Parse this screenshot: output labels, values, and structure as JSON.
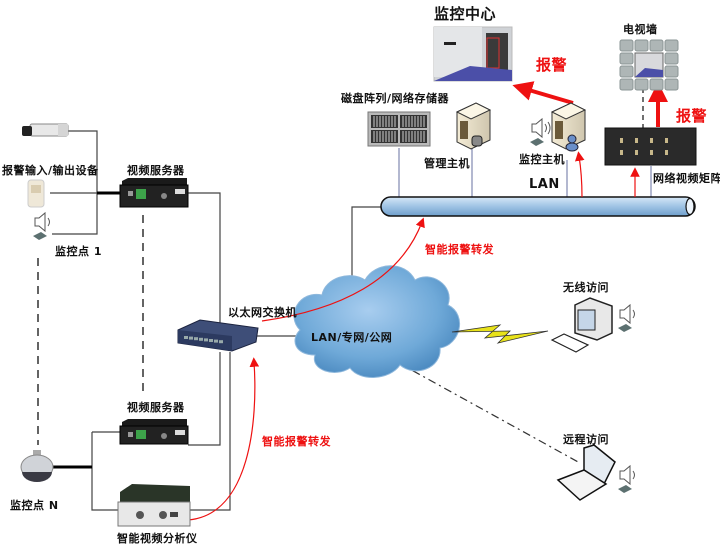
{
  "diagram": {
    "title": "监控中心",
    "colors": {
      "alarm": "#ee1111",
      "line": "#444444",
      "lan_pipe": "#9fc3e4",
      "cloud": "#6fa9d8",
      "bolt": "#e8e21a"
    },
    "nodes": {
      "monitor_center": {
        "label": "监控中心",
        "icon": "monitor-center-image"
      },
      "tv_wall": {
        "label": "电视墙",
        "icon": "tv-wall-icon"
      },
      "disk_array": {
        "label": "磁盘阵列/网络存储器",
        "icon": "disk-array-icon"
      },
      "mgmt_host": {
        "label": "管理主机",
        "icon": "server-tower-icon"
      },
      "monitor_host": {
        "label": "监控主机",
        "icon": "server-tower-icon"
      },
      "video_matrix": {
        "label": "网络视频矩阵",
        "icon": "video-matrix-icon"
      },
      "lan": {
        "label": "LAN",
        "icon": "lan-pipe"
      },
      "camera_1": {
        "label": "",
        "icon": "box-camera-icon"
      },
      "alarm_io": {
        "label": "报警输入/输出设备",
        "icon": "pir-sensor-icon"
      },
      "point_1": {
        "label": "监控点 1"
      },
      "video_server_1": {
        "label": "视频服务器",
        "icon": "video-server-icon"
      },
      "ethernet_switch": {
        "label": "以太网交换机",
        "icon": "switch-icon"
      },
      "cloud": {
        "label": "LAN/专网/公网",
        "icon": "cloud-icon"
      },
      "wireless_access": {
        "label": "无线访问",
        "icon": "desktop-computer-icon"
      },
      "remote_access": {
        "label": "远程访问",
        "icon": "laptop-icon"
      },
      "video_server_n": {
        "label": "视频服务器",
        "icon": "video-server-icon"
      },
      "point_n": {
        "label": "监控点 N",
        "icon": "dome-camera-icon"
      },
      "analyzer": {
        "label": "智能视频分析仪",
        "icon": "analyzer-icon"
      }
    },
    "alarms": {
      "alarm_center": "报警",
      "alarm_tvwall": "报警",
      "forward_top": "智能报警转发",
      "forward_bottom": "智能报警转发"
    }
  }
}
